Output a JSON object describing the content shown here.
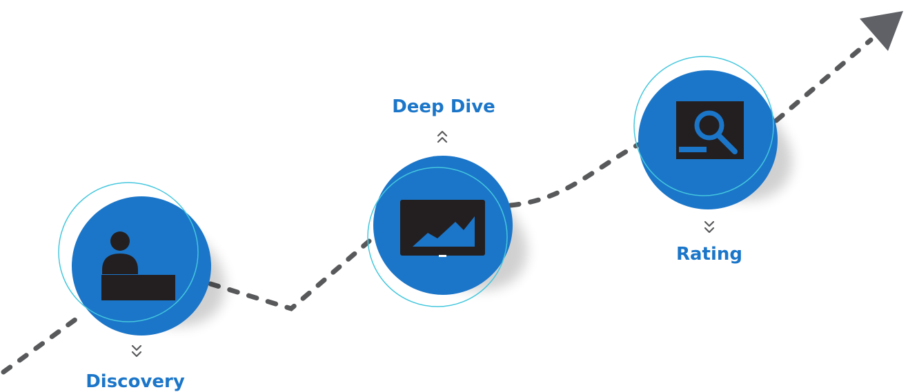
{
  "diagram": {
    "colors": {
      "circle": "#1b76c9",
      "ring": "#44c7dd",
      "path": "#58595b",
      "arrow": "#5f6166",
      "icon": "#231f20",
      "icon_accent": "#1b76c9",
      "label": "#1b76c9"
    },
    "stages": [
      {
        "label": "Discovery",
        "icon": "person-at-desk-icon",
        "chevron": "chevron-down-icon"
      },
      {
        "label": "Deep Dive",
        "icon": "monitor-chart-icon",
        "chevron": "chevron-up-icon"
      },
      {
        "label": "Rating",
        "icon": "magnifier-icon",
        "chevron": "chevron-down-icon"
      }
    ]
  }
}
